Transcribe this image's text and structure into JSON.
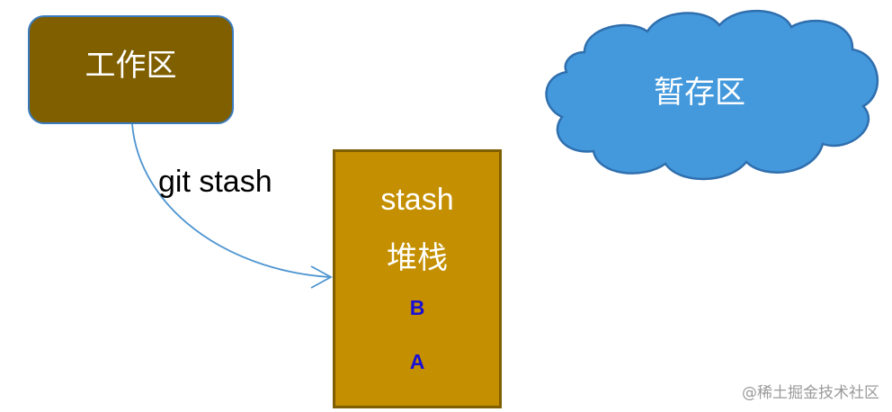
{
  "workspace": {
    "label": "工作区"
  },
  "command": {
    "label": "git stash"
  },
  "stash": {
    "title": "stash",
    "subtitle": "堆栈",
    "items": [
      "B",
      "A"
    ]
  },
  "staging": {
    "label": "暂存区"
  },
  "watermark": {
    "text": "@稀土掘金技术社区"
  },
  "colors": {
    "workspace_fill": "#7f5f00",
    "workspace_border": "#3a7bbf",
    "stash_fill": "#c48f00",
    "stash_border": "#7f5f00",
    "cloud_fill": "#4499dc",
    "cloud_border": "#2f6fae",
    "arrow": "#4f95d0",
    "stash_item_text": "#1a0fd6"
  }
}
